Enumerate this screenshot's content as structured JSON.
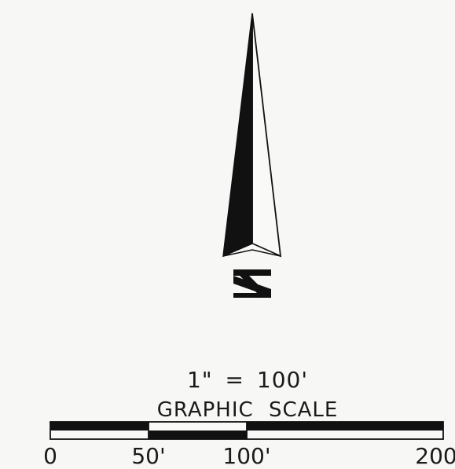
{
  "north_arrow": {
    "letter": "N"
  },
  "graphic_scale": {
    "ratio_text": "1\" = 100'",
    "title": "GRAPHIC SCALE",
    "tick_labels": [
      "0",
      "50'",
      "100'",
      "200"
    ]
  },
  "colors": {
    "ink": "#111111",
    "paper": "#f7f7f5"
  }
}
